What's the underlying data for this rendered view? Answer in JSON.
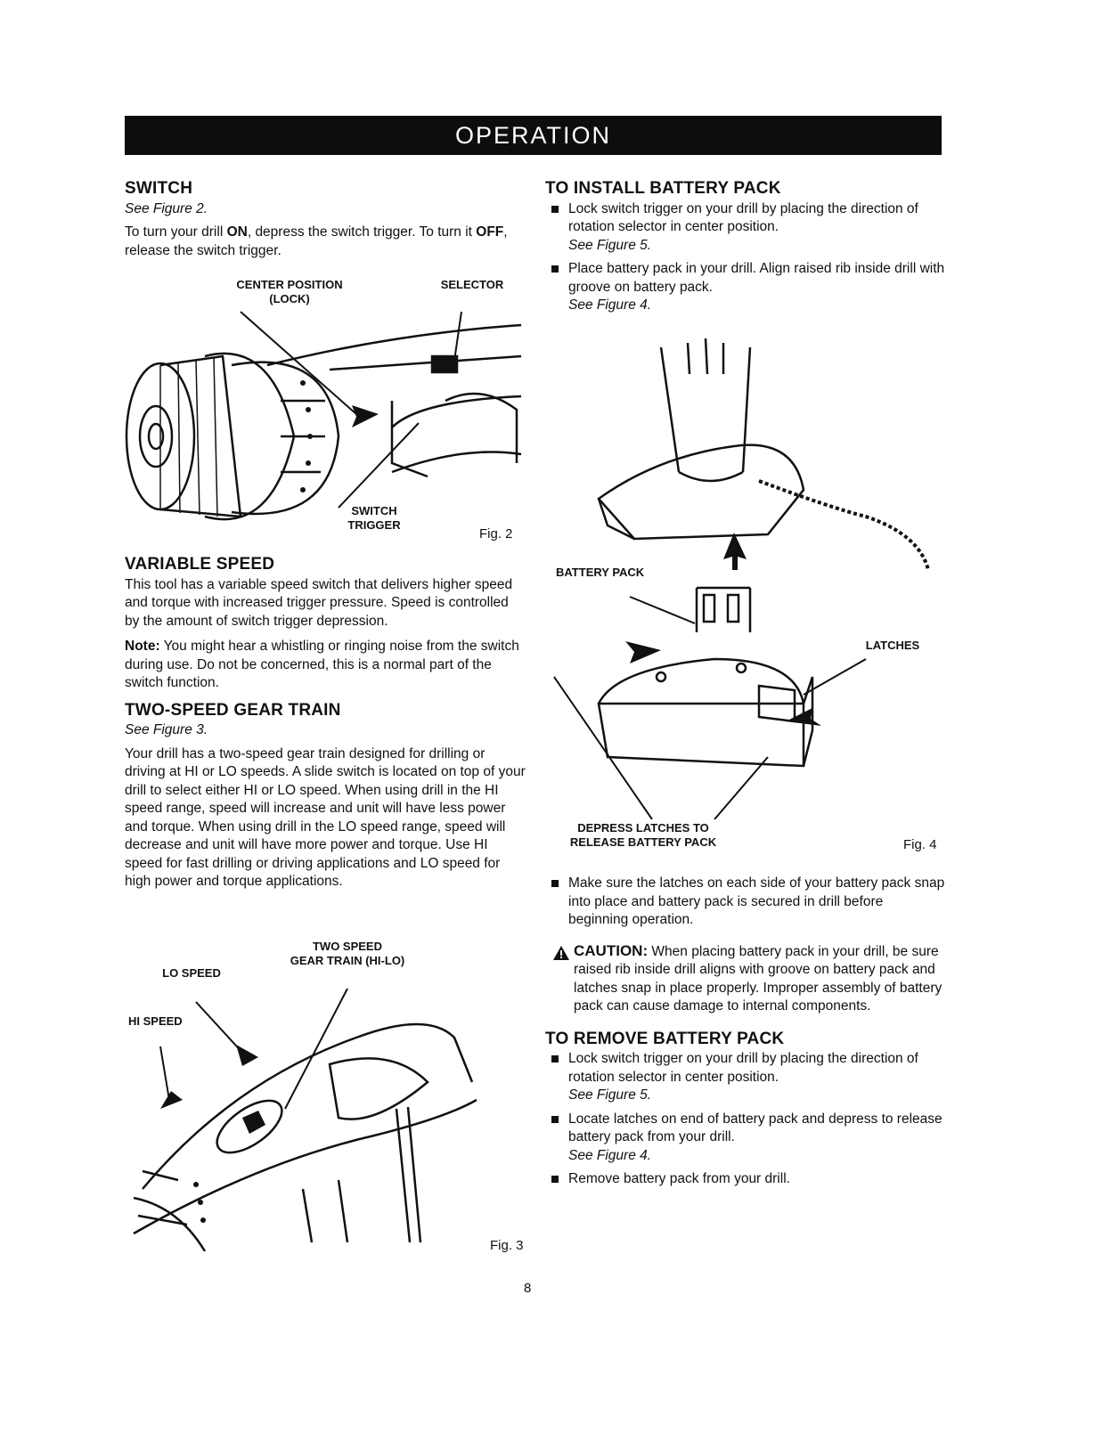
{
  "banner": "OPERATION",
  "switch": {
    "heading": "SWITCH",
    "ref": "See Figure 2.",
    "body_1": "To turn your drill ",
    "on": "ON",
    "body_2": ", depress the switch trigger. To turn it ",
    "off": "OFF",
    "body_3": ", release the switch trigger."
  },
  "fig2": {
    "label_center_1": "CENTER POSITION",
    "label_center_2": "(LOCK)",
    "label_selector": "SELECTOR",
    "label_trigger_1": "SWITCH",
    "label_trigger_2": "TRIGGER",
    "num": "Fig. 2"
  },
  "variable": {
    "heading": "VARIABLE SPEED",
    "body": "This tool has a variable speed switch that delivers higher speed and torque with increased trigger pressure. Speed is controlled by the amount of switch trigger depression.",
    "note_label": "Note:",
    "note_body": " You might hear a whistling or ringing noise from the switch during use. Do not be concerned, this is a normal part of the switch function."
  },
  "twospeed": {
    "heading": "TWO-SPEED GEAR TRAIN",
    "ref": "See Figure 3.",
    "body": "Your drill has a two-speed gear train designed for drilling or driving at HI or LO speeds. A slide switch is located on top of your drill to select either HI or LO speed. When using drill in the HI speed range, speed will increase and unit will have less power and torque. When using drill in the LO speed range, speed will decrease and unit will have more power and torque. Use HI speed for fast drilling or driving applications and LO speed for high power and torque applications."
  },
  "fig3": {
    "label_two_1": "TWO SPEED",
    "label_two_2": "GEAR TRAIN (HI-LO)",
    "label_lo": "LO SPEED",
    "label_hi": "HI SPEED",
    "num": "Fig. 3"
  },
  "install": {
    "heading": "TO INSTALL BATTERY PACK",
    "items": [
      {
        "text": "Lock switch trigger on your drill by placing the direction of rotation selector in center position.",
        "ref": "See Figure 5."
      },
      {
        "text": "Place battery pack in your drill. Align raised rib inside drill with groove on battery pack.",
        "ref": "See Figure 4."
      }
    ]
  },
  "fig4": {
    "label_pack": "BATTERY PACK",
    "label_latches": "LATCHES",
    "label_depress_1": "DEPRESS LATCHES TO",
    "label_depress_2": "RELEASE BATTERY PACK",
    "num": "Fig. 4"
  },
  "after": {
    "item": "Make sure the latches on each side of your battery pack snap into place and battery pack is secured in drill before beginning operation."
  },
  "caution": {
    "label": "CAUTION:",
    "body": " When placing battery pack in your drill, be sure raised rib inside drill aligns with groove on battery pack and latches snap in place properly. Improper assembly of battery pack can cause damage to internal components."
  },
  "remove": {
    "heading": "TO REMOVE BATTERY PACK",
    "items": [
      {
        "text": "Lock switch trigger on your drill by placing the direction of rotation selector in center position.",
        "ref": "See Figure 5."
      },
      {
        "text": "Locate latches on end of battery pack and depress to release battery pack from your drill.",
        "ref": "See Figure 4."
      },
      {
        "text": "Remove battery pack from your drill.",
        "ref": ""
      }
    ]
  },
  "page_number": "8"
}
